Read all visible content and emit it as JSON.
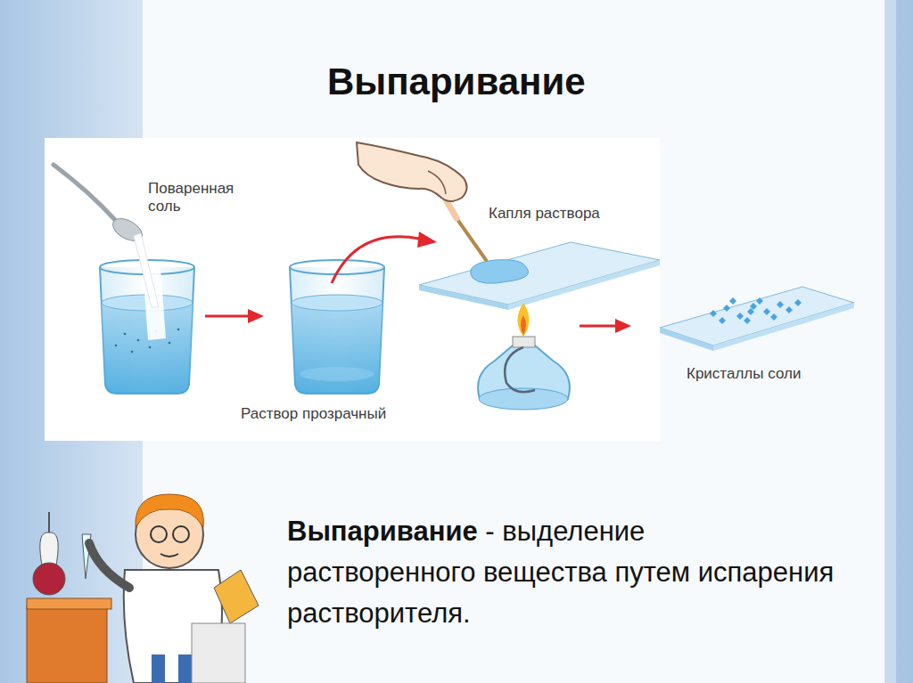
{
  "diagram": {
    "title": "Выпаривание",
    "labels": [
      "Поваренная соль",
      "Капля раствора",
      "Раствор прозрачный",
      "Кристаллы соли",
      "Выпаривание",
      "- выделение растворенного вещества путем испарения растворителя."
    ]
  }
}
